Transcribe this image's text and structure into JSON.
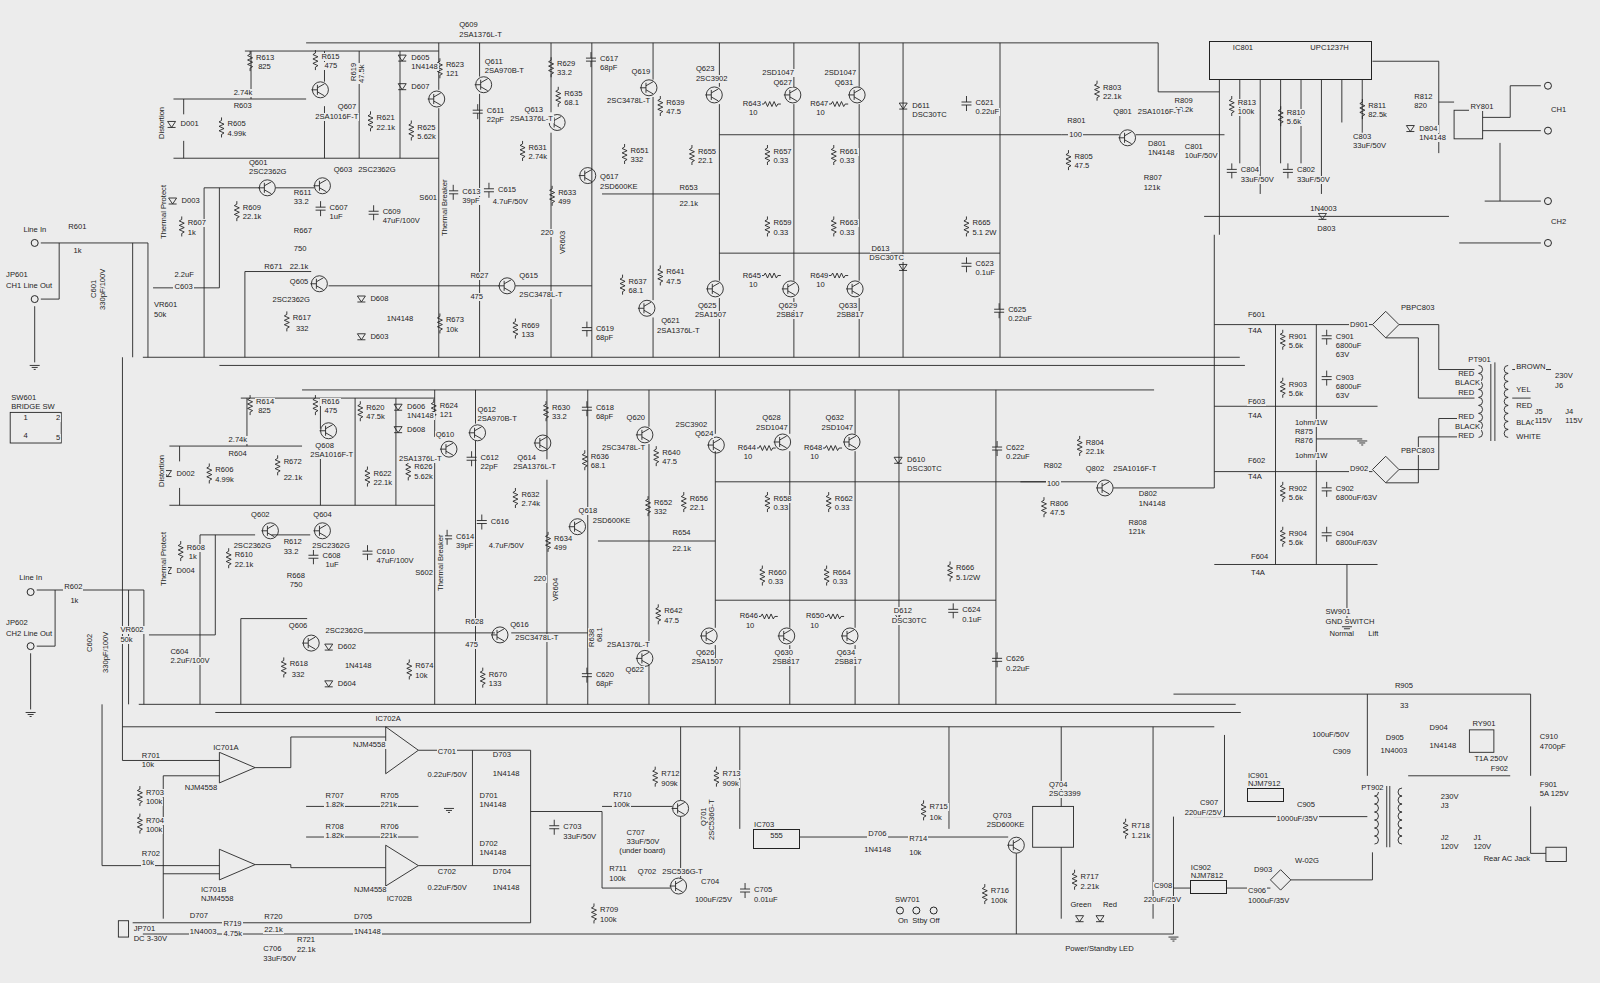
{
  "diagram": {
    "nodes": [
      {
        "text": [
          "IC801",
          "UPC1237H"
        ]
      },
      {
        "text": [
          "IC703",
          "555"
        ]
      },
      {
        "text": [
          "IC901",
          "NJM7912"
        ]
      },
      {
        "text": [
          "IC902",
          "NJM7812"
        ]
      }
    ],
    "labels": [
      "R613",
      "825",
      "R615",
      "475",
      "R619",
      "47.5k",
      "D605",
      "1N4148",
      "D607",
      "R623",
      "121",
      "Q609",
      "2SA1376L-T",
      "Q611",
      "2SA970B-T",
      "R629",
      "33.2",
      "C617",
      "68pF",
      "R635",
      "68.1",
      "Q619",
      "2SC3478L-T",
      "Q623",
      "2SC3902",
      "2SD1047",
      "Q627",
      "2SD1047",
      "Q631",
      "D611",
      "DSC30TC",
      "C621",
      "0.22uF",
      "2.74k",
      "R603",
      "R605",
      "4.99k",
      "D001",
      "Distortion",
      "Q607",
      "2SA1016F-T",
      "R621",
      "22.1k",
      "R625",
      "5.62k",
      "C611",
      "22pF",
      "Q613",
      "2SA1376L-T",
      "R639",
      "47.5",
      "R643",
      "10",
      "R647",
      "10",
      "R631",
      "2.74k",
      "R651",
      "332",
      "R655",
      "22.1",
      "R657",
      "0.33",
      "R661",
      "0.33",
      "Q601",
      "2SC2362G",
      "Q603",
      "2SC2362G",
      "R611",
      "33.2",
      "R609",
      "22.1k",
      "C607",
      "1uF",
      "C609",
      "47uF/100V",
      "D003",
      "Thermal Protect",
      "R607",
      "1k",
      "R667",
      "750",
      "S601",
      "Thermal Breaker",
      "C613",
      "39pF",
      "C615",
      "4.7uF/50V",
      "Q617",
      "2SD600KE",
      "R633",
      "499",
      "R653",
      "22.1k",
      "220",
      "VR603",
      "R665",
      "5.1 2W",
      "R659",
      "0.33",
      "R663",
      "0.33",
      "D613",
      "DSC30TC",
      "C623",
      "0.1uF",
      "R671",
      "22.1k",
      "Q605",
      "2SC2362G",
      "R627",
      "475",
      "Q615",
      "2SC3478L-T",
      "R641",
      "47.5",
      "R645",
      "10",
      "R649",
      "10",
      "R637",
      "68.1",
      "D608",
      "1N4148",
      "D603",
      "R617",
      "332",
      "R673",
      "10k",
      "R669",
      "133",
      "C619",
      "68pF",
      "Q621",
      "2SA1376L-T",
      "Q625",
      "2SA1507",
      "Q629",
      "2SB817",
      "Q633",
      "2SB817",
      "C625",
      "0.22uF",
      "Line In",
      "R601",
      "1k",
      "JP601",
      "CH1",
      "Line Out",
      "C601",
      "330pF/100V",
      "2.2uF",
      "C603",
      "VR601",
      "50k",
      "SW601",
      "BRIDGE SW",
      "1",
      "2",
      "4",
      "5",
      "R614",
      "825",
      "R616",
      "475",
      "R620",
      "47.5k",
      "D606",
      "1N4148",
      "D608",
      "R624",
      "121",
      "Q612",
      "2SA970B-T",
      "R630",
      "33.2",
      "C618",
      "68pF",
      "Q620",
      "2SC3478L-T",
      "2SC3902",
      "Q624",
      "Q628",
      "2SD1047",
      "Q632",
      "2SD1047",
      "R636",
      "68.1",
      "2.74k",
      "R604",
      "R606",
      "4.99k",
      "D002",
      "Distortion",
      "Q608",
      "2SA1016F-T",
      "R626",
      "5.62k",
      "Q610",
      "2SA1376L-T",
      "R622",
      "22.1k",
      "R672",
      "22.1k",
      "C612",
      "22pF",
      "Q614",
      "2SA1376L-T",
      "R640",
      "47.5",
      "R644",
      "10",
      "R648",
      "10",
      "D610",
      "DSC30TC",
      "C622",
      "0.22uF",
      "R632",
      "2.74k",
      "R652",
      "332",
      "R656",
      "22.1",
      "R658",
      "0.33",
      "R662",
      "0.33",
      "Q618",
      "2SD600KE",
      "Q602",
      "2SC2362G",
      "Q604",
      "2SC2362G",
      "R612",
      "33.2",
      "R610",
      "22.1k",
      "C608",
      "1uF",
      "C610",
      "47uF/100V",
      "D004",
      "Thermal Protect",
      "R608",
      "1k",
      "R668",
      "750",
      "C614",
      "39pF",
      "C616",
      "4.7uF/50V",
      "R634",
      "499",
      "R654",
      "22.1k",
      "220",
      "VR604",
      "S602",
      "Thermal Breaker",
      "R660",
      "0.33",
      "R664",
      "0.33",
      "R666",
      "5.1/2W",
      "C624",
      "0.1uF",
      "D612",
      "DSC30TC",
      "R628",
      "475",
      "Q616",
      "2SC3478L-T",
      "R642",
      "47.5",
      "R646",
      "10",
      "R650",
      "10",
      "R638",
      "68.1",
      "2SA1376L-T",
      "Q622",
      "Q606",
      "2SC2362G",
      "D602",
      "1N4148",
      "D604",
      "R618",
      "332",
      "R674",
      "10k",
      "R670",
      "133",
      "C620",
      "68pF",
      "Q626",
      "2SA1507",
      "Q630",
      "2SB817",
      "Q634",
      "2SB817",
      "C626",
      "0.22uF",
      "Line In",
      "R602",
      "1k",
      "JP602",
      "CH2",
      "Line Out",
      "C602",
      "330pF/100V",
      "VR602",
      "50k",
      "C604",
      "2.2uF/100V",
      "R809",
      "18.2k",
      "R803",
      "22.1k",
      "R801",
      "100",
      "Q801",
      "2SA1016F-T",
      "D801",
      "1N4148",
      "R805",
      "47.5",
      "R807",
      "121k",
      "C801",
      "10uF/50V",
      "R813",
      "100k",
      "R810",
      "5.6k",
      "R811",
      "82.5k",
      "C803",
      "33uF/50V",
      "C804",
      "33uF/50V",
      "C802",
      "33uF/50V",
      "R812",
      "820",
      "D804",
      "1N4148",
      "RY801",
      "CH1",
      "CH2",
      "1N4003",
      "D803",
      "F601",
      "T4A",
      "R901",
      "5.6k",
      "C901",
      "6800uF",
      "63V",
      "R903",
      "5.6k",
      "C903",
      "6800uF",
      "63V",
      "PBPC803",
      "D901",
      "PBPC803",
      "D902",
      "PT901",
      "BROWN",
      "YEL",
      "RED",
      "BLACK",
      "RED",
      "RED",
      "BLACK",
      "RED",
      "RED",
      "BLACK",
      "WHITE",
      "230V",
      "J6",
      "J5",
      "115V",
      "J4",
      "115V",
      "F603",
      "T4A",
      "1ohm/1W",
      "R875",
      "R876",
      "1ohm/1W",
      "F602",
      "T4A",
      "R902",
      "5.6k",
      "C902",
      "6800uF/63V",
      "R904",
      "5.6k",
      "C904",
      "6800uF/63V",
      "F604",
      "T4A",
      "SW901",
      "GND SWITCH",
      "Normal",
      "Lift",
      "R802",
      "100",
      "Q802",
      "2SA1016F-T",
      "D802",
      "1N4148",
      "R806",
      "47.5",
      "R808",
      "121k",
      "R804",
      "22.1k",
      "R701",
      "10k",
      "IC701A",
      "NJM4558",
      "R703",
      "100k",
      "IC702A",
      "NJM4558",
      "C701",
      "0.22uF/50V",
      "D703",
      "1N4148",
      "R707",
      "1.82k",
      "R705",
      "221k",
      "D701",
      "1N4148",
      "R708",
      "1.82k",
      "R706",
      "221k",
      "D702",
      "1N4148",
      "R704",
      "100k",
      "R702",
      "10k",
      "IC701B",
      "NJM4558",
      "NJM4558",
      "IC702B",
      "C702",
      "0.22uF/50V",
      "D704",
      "1N4148",
      "C703",
      "33uF/50V",
      "R712",
      "909k",
      "R713",
      "909k",
      "R710",
      "100k",
      "C707",
      "33uF/50V",
      "(under board)",
      "Q701",
      "2SC536G-T",
      "Q702",
      "2SC536G-T",
      "R711",
      "100k",
      "C704",
      "100uF/25V",
      "C705",
      "0.01uF",
      "R709",
      "100k",
      "D706",
      "1N4148",
      "R715",
      "10k",
      "R714",
      "10k",
      "Q703",
      "2SD600KE",
      "Q704",
      "2SC3399",
      "R718",
      "1.21k",
      "R717",
      "2.21k",
      "R716",
      "100k",
      "SW701",
      "On",
      "Stby",
      "Off",
      "Green",
      "Red",
      "Power/Standby LED",
      "D707",
      "1N4003",
      "R719",
      "4.75k",
      "R720",
      "22.1k",
      "D705",
      "1N4148",
      "R721",
      "22.1k",
      "C706",
      "33uF/50V",
      "JP701",
      "DC 3-30V",
      "R905",
      "33",
      "100uF/50V",
      "C909",
      "D905",
      "1N4003",
      "D904",
      "1N4148",
      "RY901",
      "C910",
      "4700pF",
      "T1A 250V",
      "F902",
      "F901",
      "5A 125V",
      "C907",
      "220uF/25V",
      "C905",
      "1000uF/35V",
      "PT902",
      "230V",
      "J3",
      "J2",
      "120V",
      "J1",
      "120V",
      "C908",
      "220uF/25V",
      "C906",
      "1000uF/35V",
      "D903",
      "W-02G",
      "Rear AC Jack"
    ]
  }
}
